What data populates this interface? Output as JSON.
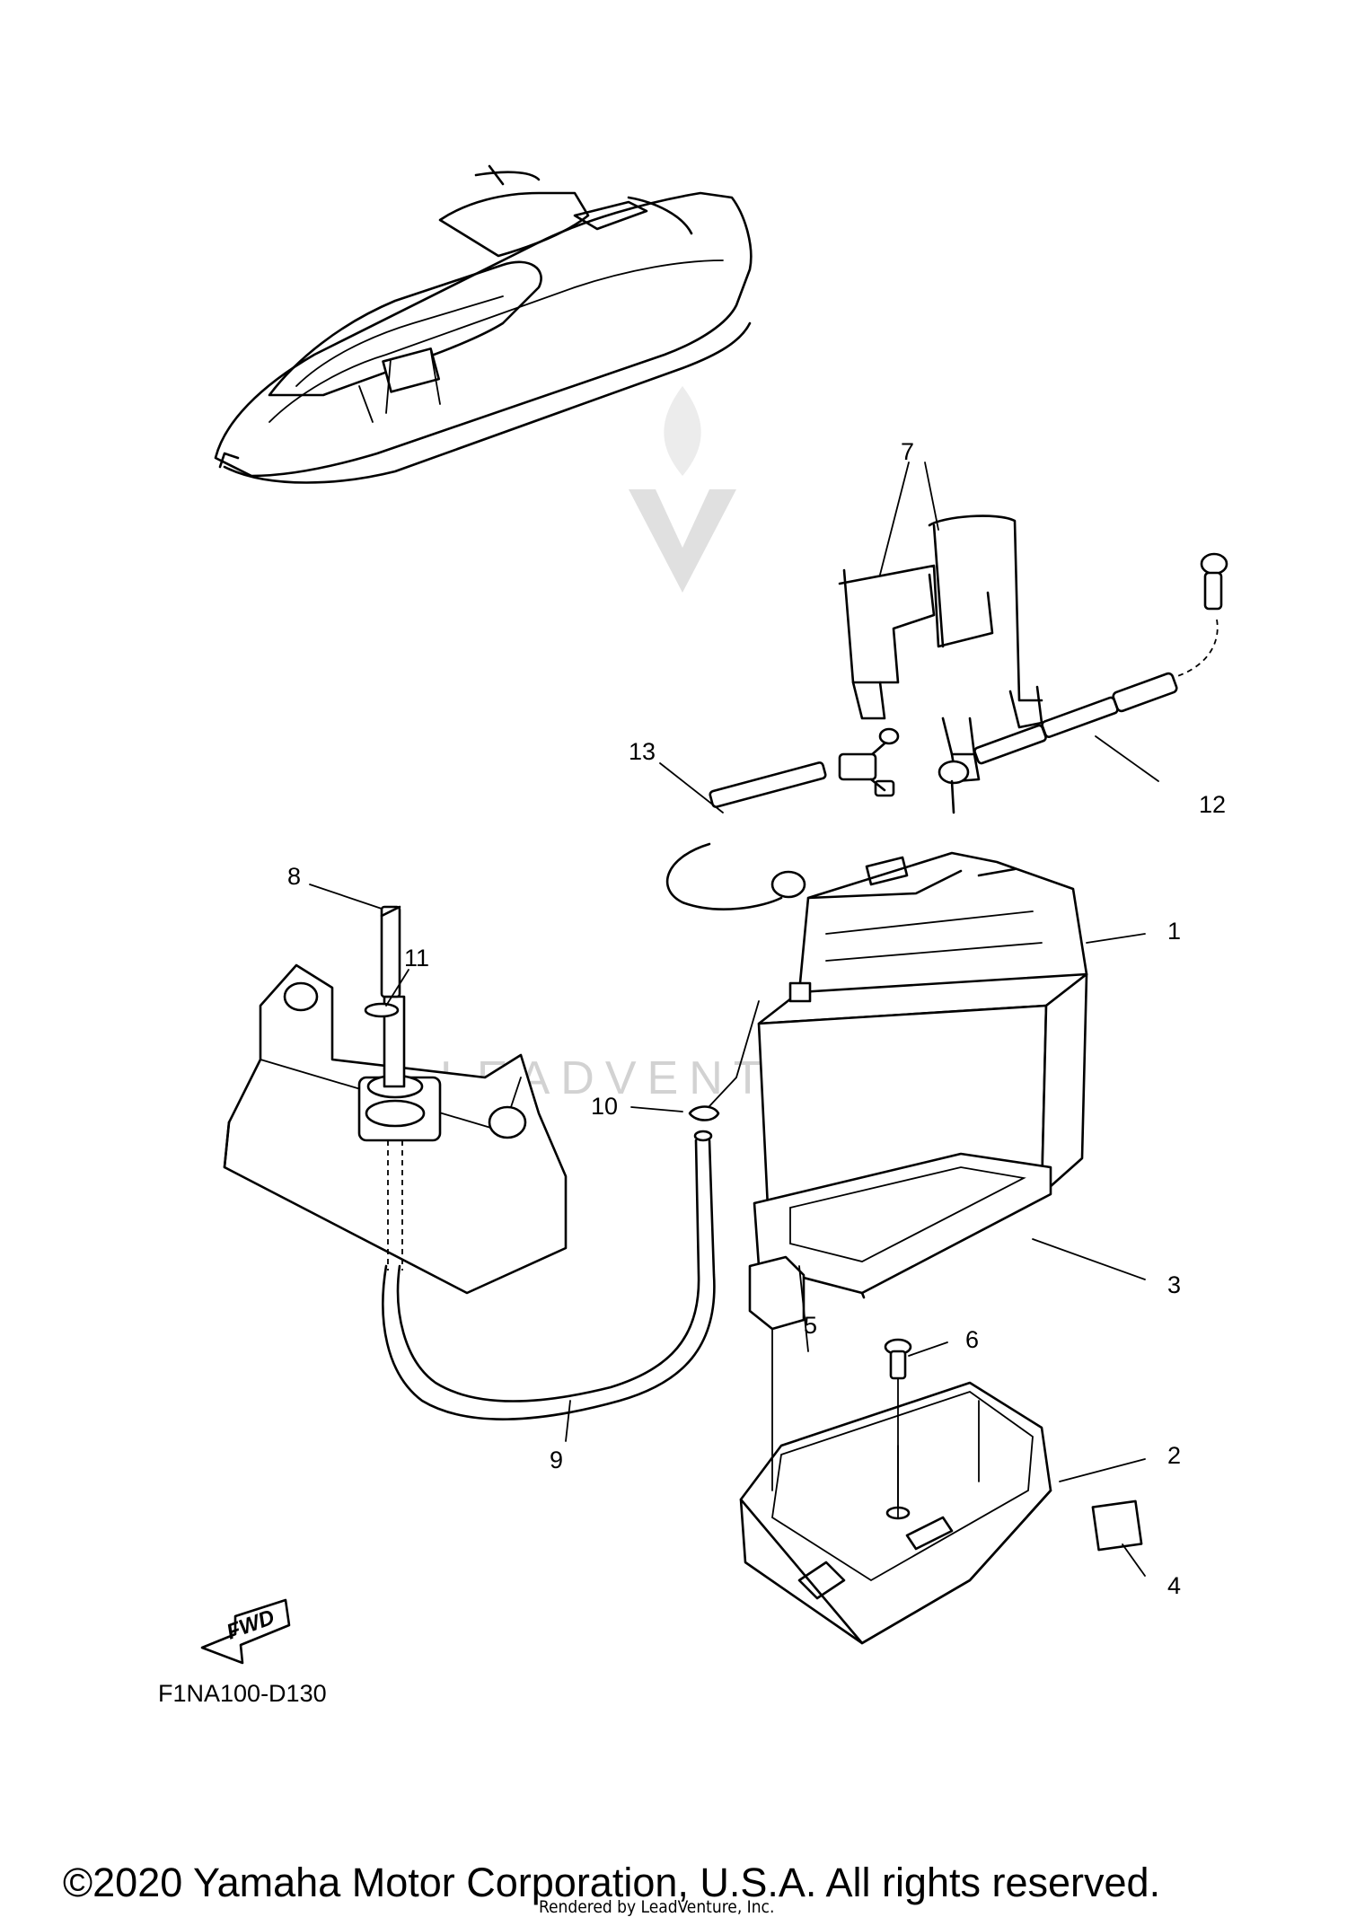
{
  "diagram_code": "F1NA100-D130",
  "fwd_label": "FWD",
  "watermark": "LEADVENTURE",
  "copyright": "©2020 Yamaha Motor Corporation, U.S.A. All rights reserved.",
  "rendered_by": "Rendered by LeadVenture, Inc.",
  "parts": [
    {
      "num": "1",
      "label": "1"
    },
    {
      "num": "2",
      "label": "2"
    },
    {
      "num": "3",
      "label": "3"
    },
    {
      "num": "4",
      "label": "4"
    },
    {
      "num": "5",
      "label": "5"
    },
    {
      "num": "6",
      "label": "6"
    },
    {
      "num": "7",
      "label": "7"
    },
    {
      "num": "8",
      "label": "8"
    },
    {
      "num": "9",
      "label": "9"
    },
    {
      "num": "10",
      "label": "10"
    },
    {
      "num": "11",
      "label": "11"
    },
    {
      "num": "12",
      "label": "12"
    },
    {
      "num": "13",
      "label": "13"
    }
  ]
}
